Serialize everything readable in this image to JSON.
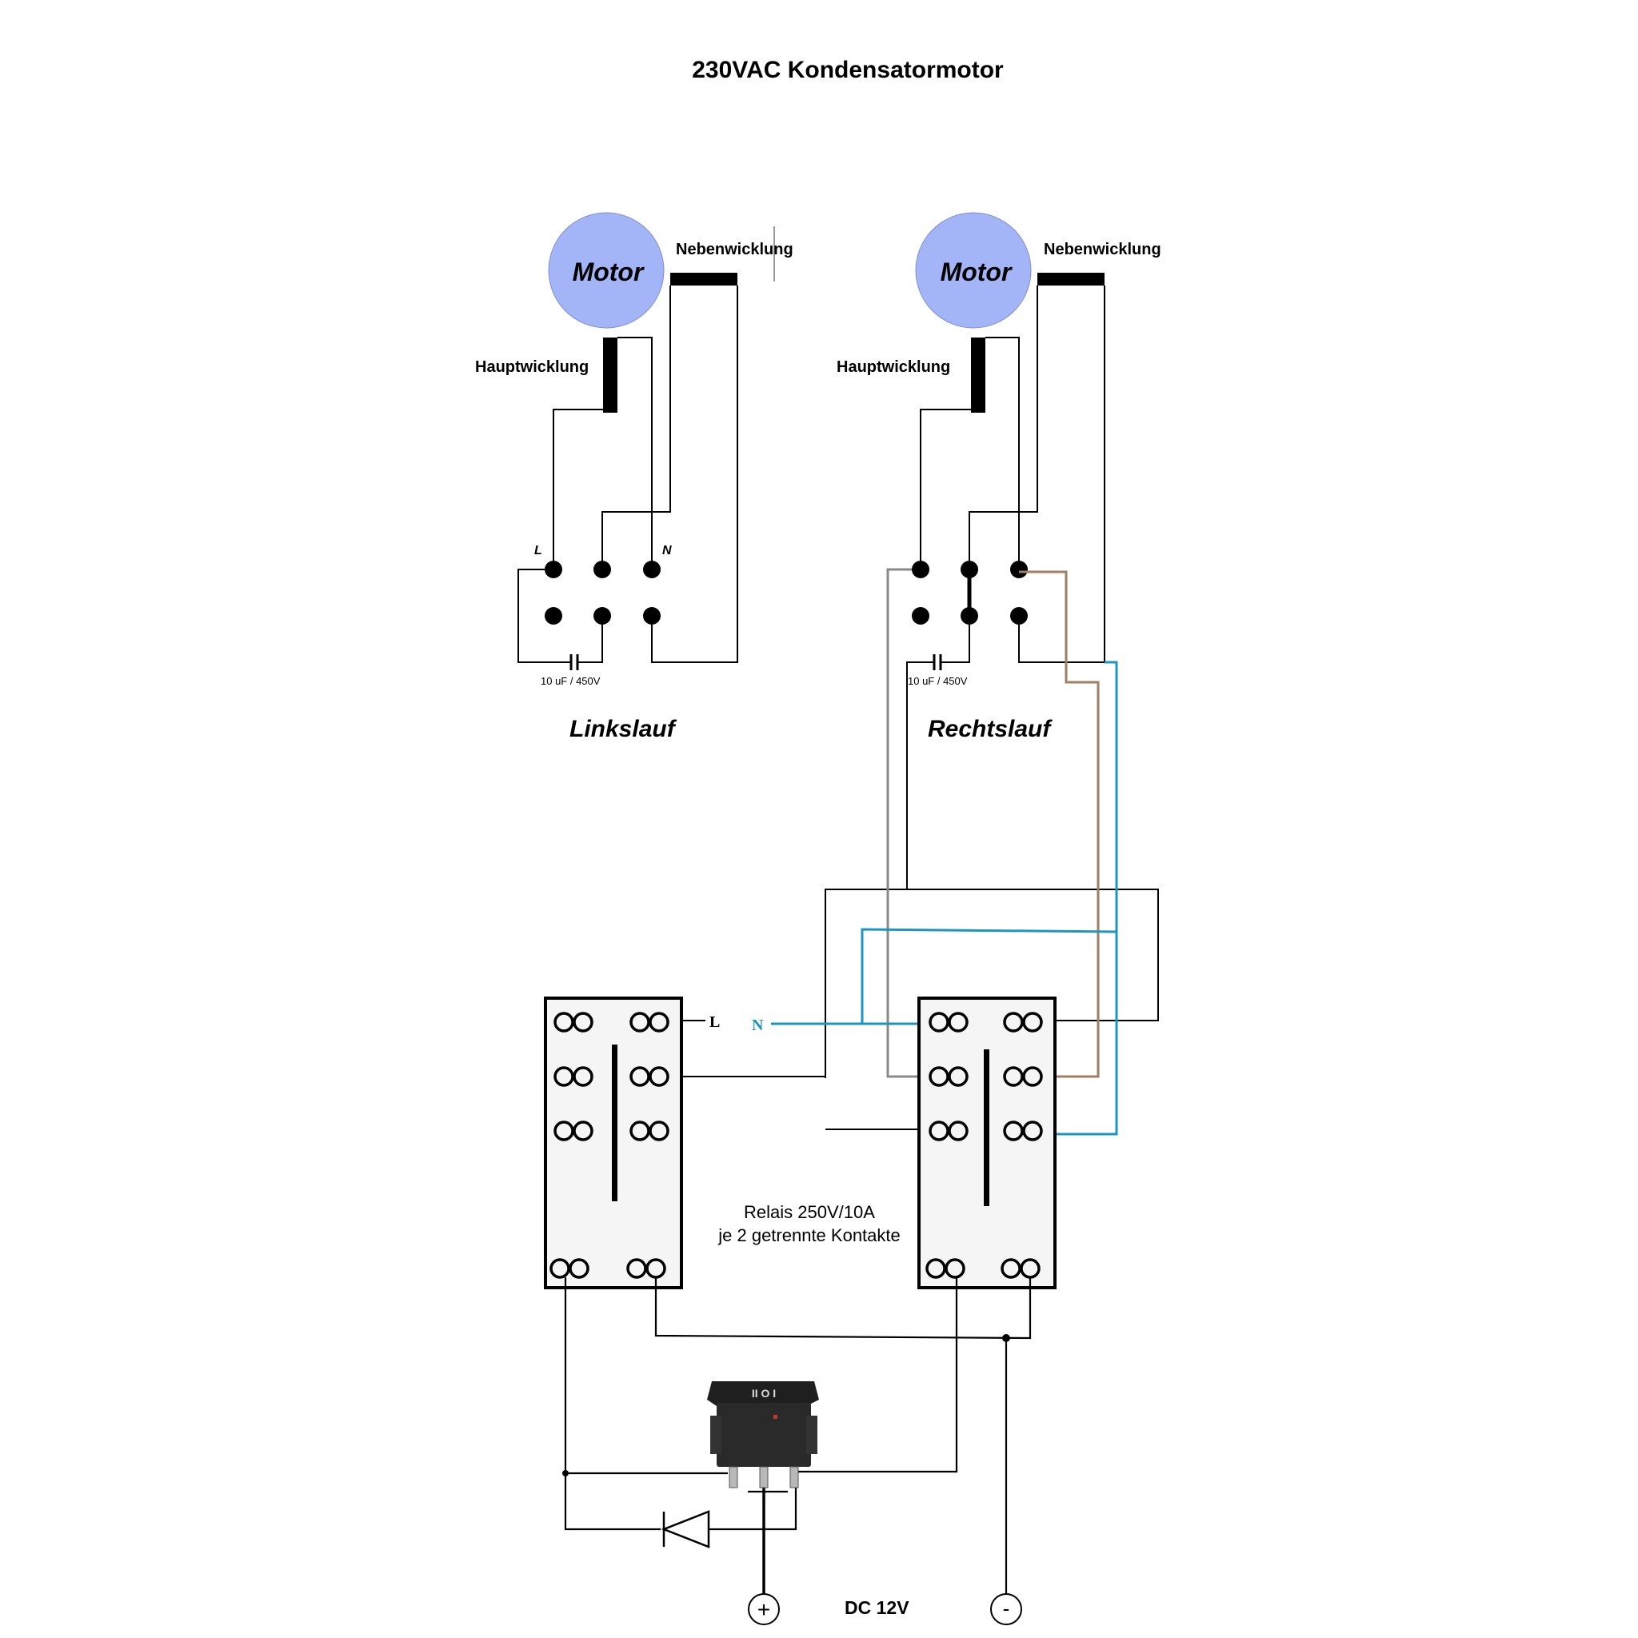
{
  "title": "230VAC Kondensatormotor",
  "left_motor": {
    "motor_label": "Motor",
    "aux_winding": "Nebenwicklung",
    "main_winding": "Hauptwicklung",
    "terminal_l": "L",
    "terminal_n": "N",
    "capacitor": "10 uF / 450V",
    "direction": "Linkslauf"
  },
  "right_motor": {
    "motor_label": "Motor",
    "aux_winding": "Nebenwicklung",
    "main_winding": "Hauptwicklung",
    "capacitor": "10 uF / 450V",
    "direction": "Rechtslauf"
  },
  "relay_left": {
    "supply_l": "L"
  },
  "relay_right": {
    "supply_n": "N"
  },
  "relay_note": {
    "line1": "Relais 250V/10A",
    "line2": "je 2 getrennte Kontakte"
  },
  "switch": {
    "marks": "II O I"
  },
  "dc": {
    "plus": "+",
    "label": "DC 12V",
    "minus": "-"
  },
  "colors": {
    "motor_fill": "#a3b5f7",
    "wire_blue": "#1e95c1",
    "wire_brown": "#a37e62",
    "wire_grey": "#8a8a8a",
    "relay_fill": "#f5f5f5",
    "switch_body": "#222222"
  }
}
